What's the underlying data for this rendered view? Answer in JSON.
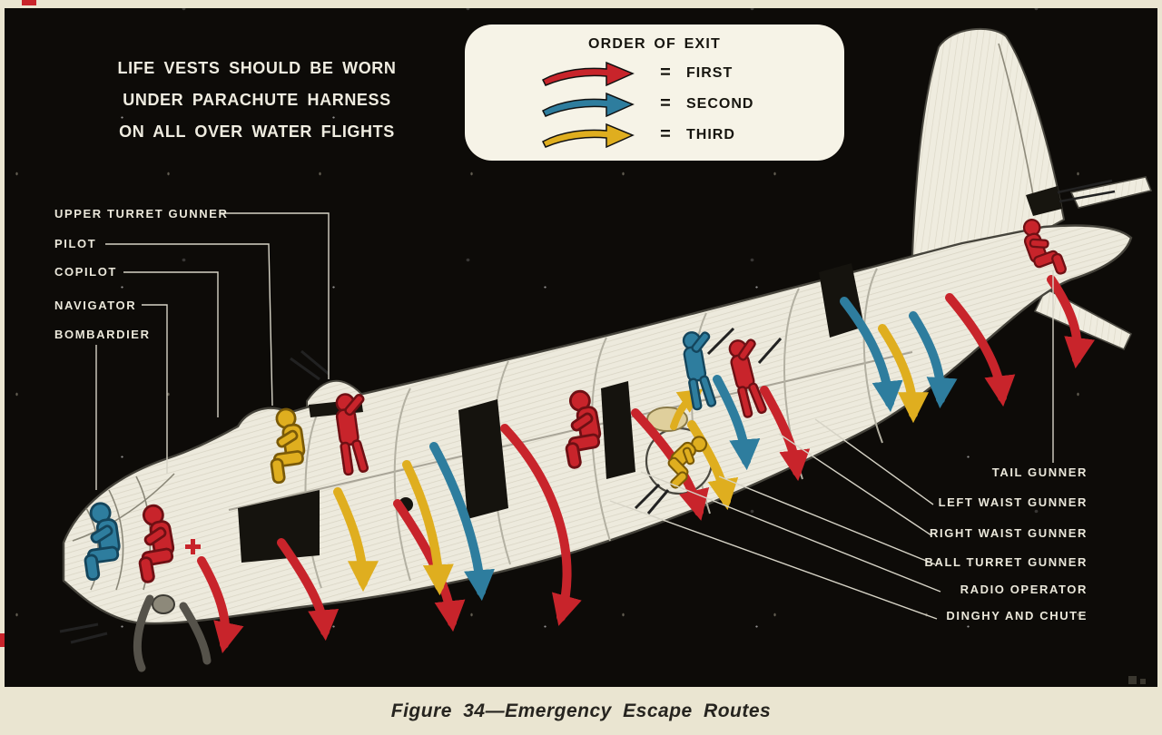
{
  "figure": {
    "caption": "Figure 34—Emergency Escape Routes"
  },
  "warning": {
    "line1": "LIFE VESTS SHOULD BE WORN",
    "line2": "UNDER PARACHUTE HARNESS",
    "line3": "ON ALL OVER WATER FLIGHTS"
  },
  "legend": {
    "title": "ORDER OF EXIT",
    "items": [
      {
        "order": "FIRST",
        "eq": "="
      },
      {
        "order": "SECOND",
        "eq": "="
      },
      {
        "order": "THIRD",
        "eq": "="
      }
    ]
  },
  "labels_left": [
    "UPPER TURRET GUNNER",
    "PILOT",
    "COPILOT",
    "NAVIGATOR",
    "BOMBARDIER"
  ],
  "labels_right": [
    "TAIL GUNNER",
    "LEFT WAIST GUNNER",
    "RIGHT WAIST GUNNER",
    "BALL TURRET GUNNER",
    "RADIO OPERATOR",
    "DINGHY AND CHUTE"
  ],
  "colors": {
    "first": "#c8242b",
    "second": "#2e7d9e",
    "third": "#dfae1f"
  }
}
